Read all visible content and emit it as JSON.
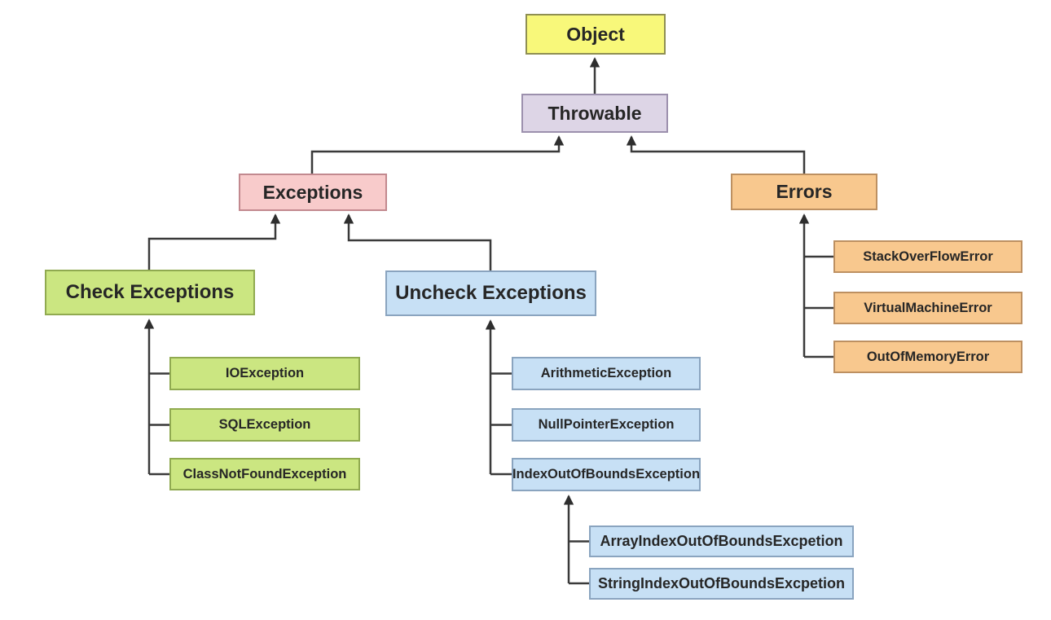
{
  "palette": {
    "background": "#ffffff",
    "line": "#3a3a3a",
    "text": "#262626",
    "yellow": "#f8f87a",
    "purple": "#ddd5e6",
    "pink": "#f8cbcb",
    "orange": "#f8c88e",
    "green": "#cbe681",
    "blue": "#c7e0f5"
  },
  "nodes": {
    "object": {
      "label": "Object",
      "fill": "#f8f87a"
    },
    "throwable": {
      "label": "Throwable",
      "fill": "#ddd5e6"
    },
    "exceptions": {
      "label": "Exceptions",
      "fill": "#f8cbcb"
    },
    "errors": {
      "label": "Errors",
      "fill": "#f8c88e"
    },
    "check_exceptions": {
      "label": "Check Exceptions",
      "fill": "#cbe681"
    },
    "uncheck_exceptions": {
      "label": "Uncheck Exceptions",
      "fill": "#c7e0f5"
    },
    "io_exception": {
      "label": "IOException",
      "fill": "#cbe681"
    },
    "sql_exception": {
      "label": "SQLException",
      "fill": "#cbe681"
    },
    "class_not_found_exception": {
      "label": "ClassNotFoundException",
      "fill": "#cbe681"
    },
    "arithmetic_exception": {
      "label": "ArithmeticException",
      "fill": "#c7e0f5"
    },
    "null_pointer_exception": {
      "label": "NullPointerException",
      "fill": "#c7e0f5"
    },
    "index_out_of_bounds_exception": {
      "label": "IndexOutOfBoundsException",
      "fill": "#c7e0f5"
    },
    "array_index_out_of_bounds": {
      "label": "ArrayIndexOutOfBoundsExcpetion",
      "fill": "#c7e0f5"
    },
    "string_index_out_of_bounds": {
      "label": "StringIndexOutOfBoundsExcpetion",
      "fill": "#c7e0f5"
    },
    "stack_overflow_error": {
      "label": "StackOverFlowError",
      "fill": "#f8c88e"
    },
    "virtual_machine_error": {
      "label": "VirtualMachineError",
      "fill": "#f8c88e"
    },
    "out_of_memory_error": {
      "label": "OutOfMemoryError",
      "fill": "#f8c88e"
    }
  },
  "edges": [
    {
      "child": "throwable",
      "parent": "object"
    },
    {
      "child": "exceptions",
      "parent": "throwable"
    },
    {
      "child": "errors",
      "parent": "throwable"
    },
    {
      "child": "check_exceptions",
      "parent": "exceptions"
    },
    {
      "child": "uncheck_exceptions",
      "parent": "exceptions"
    },
    {
      "child": "io_exception",
      "parent": "check_exceptions"
    },
    {
      "child": "sql_exception",
      "parent": "check_exceptions"
    },
    {
      "child": "class_not_found_exception",
      "parent": "check_exceptions"
    },
    {
      "child": "arithmetic_exception",
      "parent": "uncheck_exceptions"
    },
    {
      "child": "null_pointer_exception",
      "parent": "uncheck_exceptions"
    },
    {
      "child": "index_out_of_bounds_exception",
      "parent": "uncheck_exceptions"
    },
    {
      "child": "array_index_out_of_bounds",
      "parent": "index_out_of_bounds_exception"
    },
    {
      "child": "string_index_out_of_bounds",
      "parent": "index_out_of_bounds_exception"
    },
    {
      "child": "stack_overflow_error",
      "parent": "errors"
    },
    {
      "child": "virtual_machine_error",
      "parent": "errors"
    },
    {
      "child": "out_of_memory_error",
      "parent": "errors"
    }
  ]
}
